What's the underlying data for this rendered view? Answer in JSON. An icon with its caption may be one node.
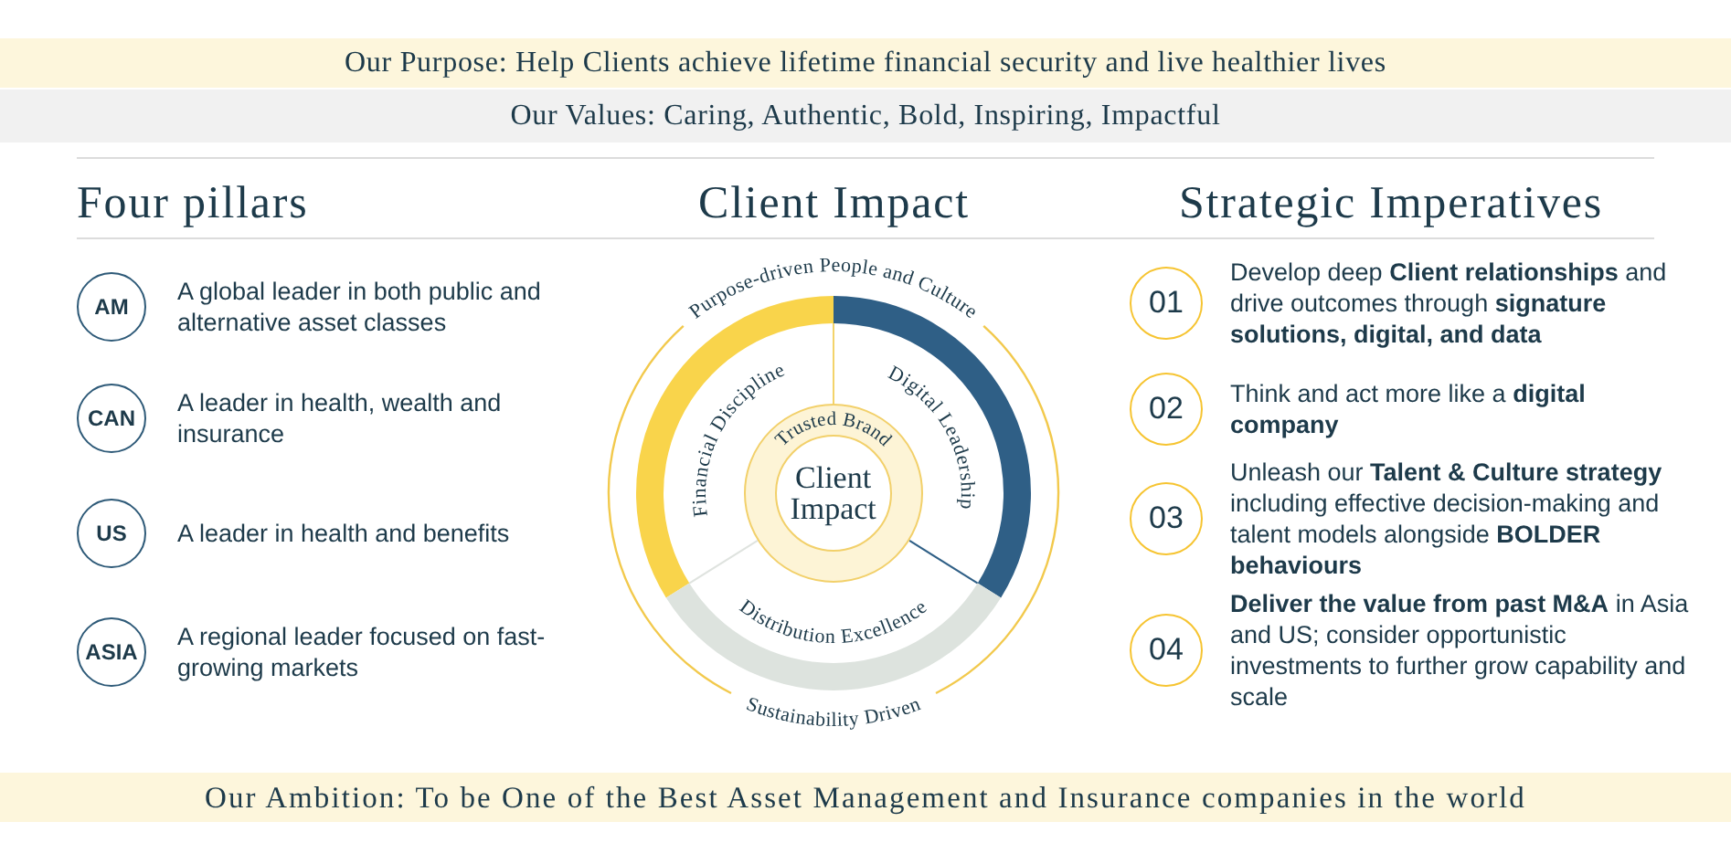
{
  "diagram": {
    "nodes": [
      {
        "text": [
          "Our Purpose: Help Clients achieve lifetime financial security and live healthier lives"
        ]
      },
      {
        "text": [
          "Our Values: Caring, Authentic, Bold, Inspiring, Impactful"
        ]
      },
      {
        "text": [
          "AM"
        ],
        "beside": [
          "A global leader in both public and alternative asset classes"
        ]
      },
      {
        "text": [
          "CAN"
        ],
        "beside": [
          "A leader in health, wealth and insurance"
        ]
      },
      {
        "text": [
          "US"
        ],
        "beside": [
          "A leader in health and benefits"
        ]
      },
      {
        "text": [
          "ASIA"
        ],
        "beside": [
          "A regional leader focused on fast-growing markets"
        ]
      },
      {
        "text": [
          "Purpose-driven People and Culture",
          "Sustainability Driven"
        ]
      },
      {
        "text": [
          "Financial Discipline"
        ],
        "in": 6
      },
      {
        "text": [
          "Digital Leadership"
        ],
        "in": 6
      },
      {
        "text": [
          "Distribution Excellence"
        ],
        "in": 6
      },
      {
        "text": [
          "Trusted Brand"
        ],
        "in": 6
      },
      {
        "text": [
          "Client Impact"
        ],
        "in": 10
      },
      {
        "text": [
          "01"
        ],
        "beside": [
          "Develop deep **Client relationships** and drive outcomes through **signature solutions, digital, and data**"
        ]
      },
      {
        "text": [
          "02"
        ],
        "beside": [
          "Think and act more like a **digital company**"
        ]
      },
      {
        "text": [
          "03"
        ],
        "beside": [
          "Unleash our **Talent & Culture strategy** including effective decision-making and talent models alongside **BOLDER behaviours**"
        ]
      },
      {
        "text": [
          "04"
        ],
        "beside": [
          "**Deliver the value from past M&A** in Asia and US; consider opportunistic investments to further grow capability and scale"
        ]
      },
      {
        "text": [
          "Our Ambition: To be One of the Best Asset Management and Insurance companies in the world"
        ]
      }
    ],
    "labels": [
      "Four pillars",
      "Client Impact",
      "Strategic Imperatives"
    ]
  }
}
